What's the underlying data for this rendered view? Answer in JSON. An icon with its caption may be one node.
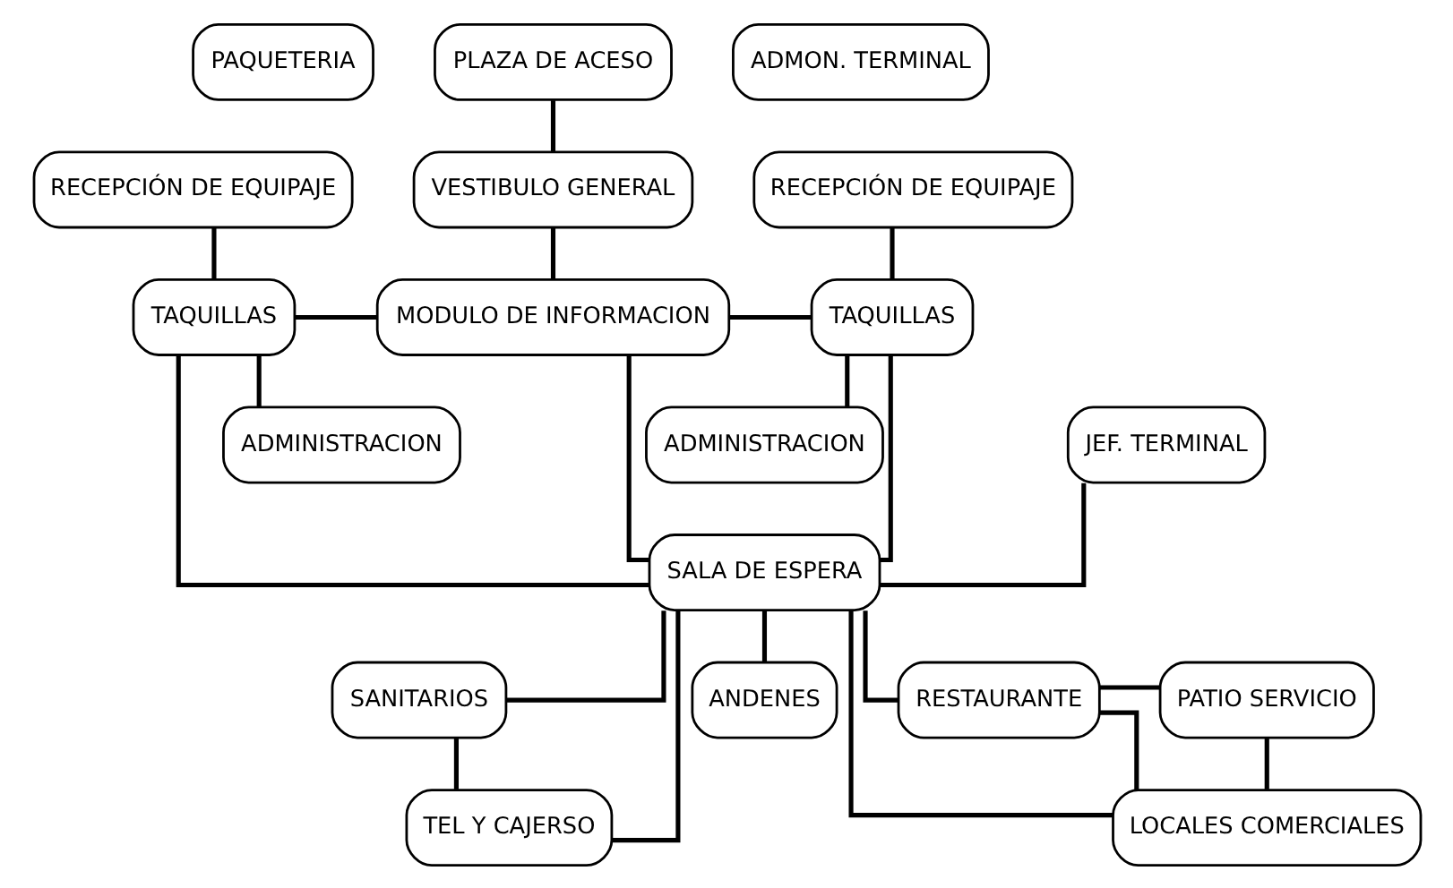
{
  "diagram": {
    "nodes": [
      {
        "text": [
          "PAQUETERIA"
        ]
      },
      {
        "text": [
          "PLAZA DE ACESO"
        ]
      },
      {
        "text": [
          "ADMON. TERMINAL"
        ]
      },
      {
        "text": [
          "VESTIBULO GENERAL"
        ]
      },
      {
        "text": [
          "RECEPCIÓN DE EQUIPAJE"
        ]
      },
      {
        "text": [
          "RECEPCIÓN DE EQUIPAJE"
        ]
      },
      {
        "text": [
          "TAQUILLAS"
        ]
      },
      {
        "text": [
          "MODULO DE INFORMACION"
        ]
      },
      {
        "text": [
          "TAQUILLAS"
        ]
      },
      {
        "text": [
          "ADMINISTRACION"
        ]
      },
      {
        "text": [
          "JEF. TERMINAL"
        ]
      },
      {
        "text": [
          "ADMINISTRACION"
        ]
      },
      {
        "text": [
          "SALA DE ESPERA"
        ]
      },
      {
        "text": [
          "PATIO SERVICIO"
        ]
      },
      {
        "text": [
          "RESTAURANTE"
        ]
      },
      {
        "text": [
          "SANITARIOS"
        ]
      },
      {
        "text": [
          "LOCALES COMERCIALES"
        ]
      },
      {
        "text": [
          "TEL Y CAJERSO"
        ]
      },
      {
        "text": [
          "ANDENES"
        ]
      }
    ],
    "edges": [
      {
        "from": 1,
        "to": 3,
        "arrow": "none"
      },
      {
        "from": 3,
        "to": 7,
        "arrow": "none"
      },
      {
        "from": 4,
        "to": 6,
        "arrow": "none"
      },
      {
        "from": 6,
        "to": 9,
        "arrow": "none"
      },
      {
        "from": 6,
        "to": 7,
        "arrow": "none"
      },
      {
        "from": 6,
        "to": 12,
        "arrow": "none"
      },
      {
        "from": 10,
        "to": 12,
        "arrow": "none"
      },
      {
        "from": 7,
        "to": 8,
        "arrow": "none"
      },
      {
        "from": 8,
        "to": 5,
        "arrow": "none"
      },
      {
        "from": 8,
        "to": 11,
        "arrow": "none"
      },
      {
        "from": 8,
        "to": 12,
        "arrow": "none"
      },
      {
        "from": 7,
        "to": 12,
        "arrow": "none"
      },
      {
        "from": 12,
        "to": 14,
        "arrow": "none"
      },
      {
        "from": 12,
        "to": 15,
        "arrow": "none"
      },
      {
        "from": 12,
        "to": 16,
        "arrow": "none"
      },
      {
        "from": 12,
        "to": 17,
        "arrow": "none"
      },
      {
        "from": 12,
        "to": 18,
        "arrow": "none"
      },
      {
        "from": 14,
        "to": 16,
        "arrow": "none"
      },
      {
        "from": 15,
        "to": 17,
        "arrow": "none"
      },
      {
        "from": 13,
        "to": 14,
        "arrow": "none"
      },
      {
        "from": 13,
        "to": 16,
        "arrow": "none"
      }
    ]
  }
}
